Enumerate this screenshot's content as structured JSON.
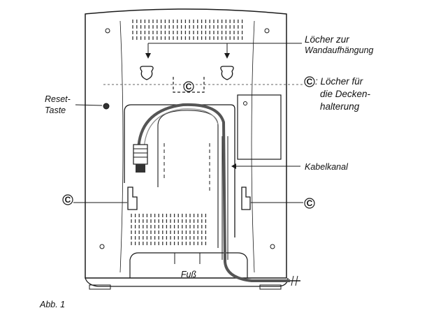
{
  "labels": {
    "wall_holes_line1": "Löcher zur",
    "wall_holes_line2": "Wandaufhängung",
    "ceiling_holes_line1": ": Löcher für",
    "ceiling_holes_line2": "die Decken-",
    "ceiling_holes_line3": "halterung",
    "reset_line1": "Reset-",
    "reset_line2": "Taste",
    "cable_channel": "Kabelkanal",
    "foot": "Fuß",
    "figure": "Abb. 1"
  },
  "markers": {
    "ceiling_symbol": "C"
  },
  "colors": {
    "line": "#1a1a1a",
    "cable": "#555555"
  }
}
